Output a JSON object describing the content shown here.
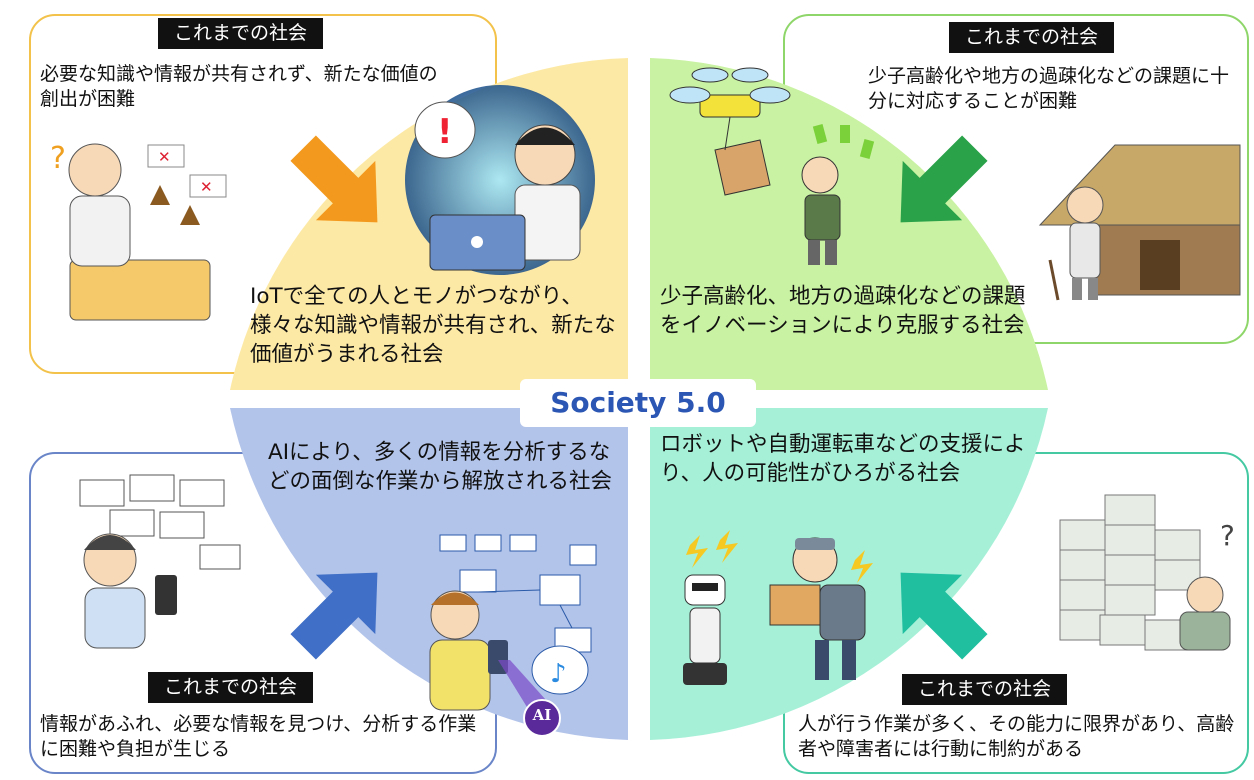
{
  "title": "Society 5.0",
  "old_society_label": "これまでの社会",
  "quadrants": {
    "top_left": {
      "old": "必要な知識や情報が共有されず、新たな価値の創出が困難",
      "new": "IoTで全ての人とモノがつながり、様々な知識や情報が共有され、新たな価値がうまれる社会",
      "color": "#fde9a6"
    },
    "top_right": {
      "old": "少子高齢化や地方の過疎化などの課題に十分に対応することが困難",
      "new": "少子高齢化、地方の過疎化などの課題をイノベーションにより克服する社会",
      "color": "#c9f2a2"
    },
    "bottom_left": {
      "old": "情報があふれ、必要な情報を見つけ、分析する作業に困難や負担が生じる",
      "new": "AIにより、多くの情報を分析するなどの面倒な作業から解放される社会",
      "color": "#b3c4ea"
    },
    "bottom_right": {
      "old": "人が行う作業が多く、その能力に限界があり、高齢者や障害者には行動に制約がある",
      "new": "ロボットや自動運転車などの支援により、人の可能性がひろがる社会",
      "color": "#a7f0d8"
    }
  },
  "ai_badge": "AI",
  "arrow_colors": {
    "top_left": "#f39a1e",
    "top_right": "#2aa24a",
    "bottom_left": "#3f6fc6",
    "bottom_right": "#1fbfa0"
  }
}
